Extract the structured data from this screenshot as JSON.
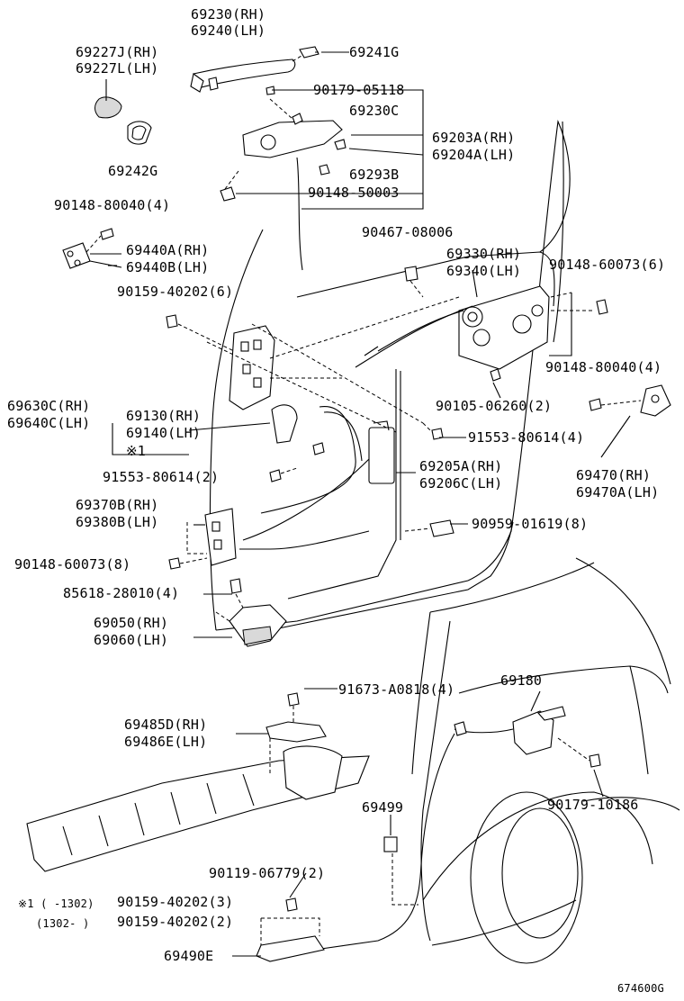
{
  "parts": {
    "p69230": "69230(RH)",
    "p69240": "69240(LH)",
    "p69227J": "69227J(RH)",
    "p69227L": "69227L(LH)",
    "p69241G": "69241G",
    "p90179a": "90179-05118",
    "p69230C": "69230C",
    "p69242G": "69242G",
    "p69203A": "69203A(RH)",
    "p69204A": "69204A(LH)",
    "p69293B": "69293B",
    "p90148a": "90148-50003",
    "p90148b": "90148-80040(4)",
    "p69440A": "69440A(RH)",
    "p69440B": "69440B(LH)",
    "p90467": "90467-08006",
    "p69330": "69330(RH)",
    "p69340": "69340(LH)",
    "p90148c": "90148-60073(6)",
    "p90159a": "90159-40202(6)",
    "p90148d": "90148-80040(4)",
    "p90105": "90105-06260(2)",
    "p69630C": "69630C(RH)",
    "p69640C": "69640C(LH)",
    "p69130": "69130(RH)",
    "p69140": "69140(LH)",
    "note1": "※1",
    "p91553a": "91553-80614(4)",
    "p69470": "69470(RH)",
    "p69470A": "69470A(LH)",
    "p91553b": "91553-80614(2)",
    "p69205A": "69205A(RH)",
    "p69206C": "69206C(LH)",
    "p69370B": "69370B(RH)",
    "p69380B": "69380B(LH)",
    "p90959": "90959-01619(8)",
    "p90148e": "90148-60073(8)",
    "p85618": "85618-28010(4)",
    "p69050": "69050(RH)",
    "p69060": "69060(LH)",
    "p91673": "91673-A0818(4)",
    "p69180": "69180",
    "p69485D": "69485D(RH)",
    "p69486E": "69486E(LH)",
    "p69499": "69499",
    "p90179b": "90179-10186",
    "p90119": "90119-06779(2)",
    "foot1_prefix": "※1 (     -1302)",
    "foot1_part": "90159-40202(3)",
    "foot2_prefix": "(1302-     )",
    "foot2_part": "90159-40202(2)",
    "p69490E": "69490E",
    "figure_code": "674600G"
  }
}
